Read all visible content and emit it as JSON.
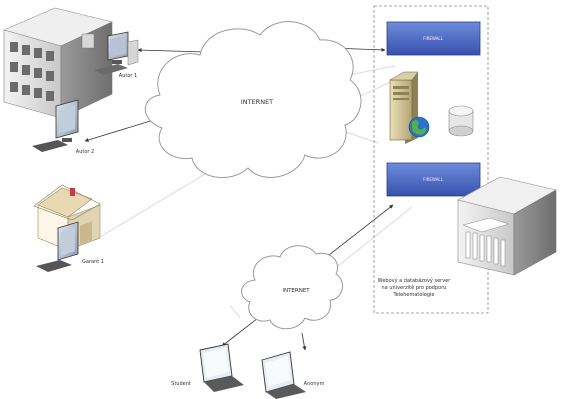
{
  "clouds": [
    {
      "id": "internet-main",
      "label": "INTERNET"
    },
    {
      "id": "internet-small",
      "label": "INTERNET"
    }
  ],
  "servers_box": {
    "firewall_top_label": "FIREWALL",
    "firewall_bottom_label": "FIREWALL",
    "caption_lines": [
      "Webový a databázový server",
      "na univerzitě pro podporu",
      "Telehematologie"
    ]
  },
  "nodes": {
    "user1": "Autor 1",
    "user2": "Autor 2",
    "home": "Garant 1",
    "laptop_left": "Student",
    "laptop_right": "Anonym"
  },
  "colors": {
    "arrow": "#333333",
    "link": "#e0e0e0",
    "firewall": "#4a69c6",
    "cloud_fill": "#ffffff",
    "cloud_stroke": "#9a9a9a",
    "box_border": "#8a8a8a"
  }
}
